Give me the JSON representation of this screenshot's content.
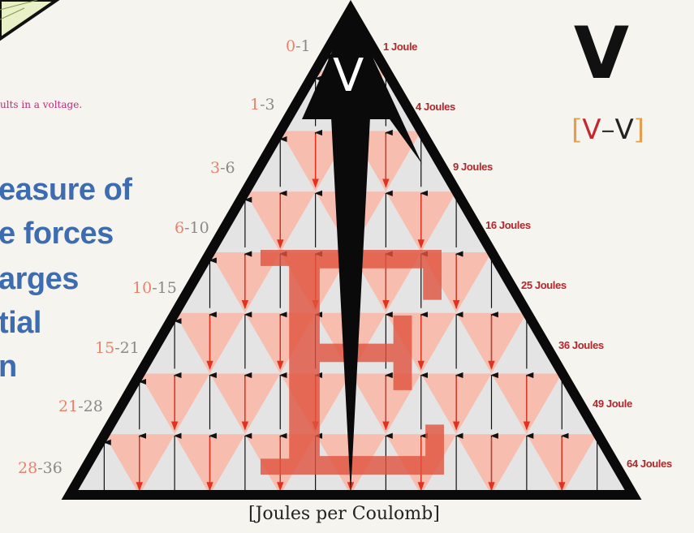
{
  "caption_fragment": "ults in a voltage.",
  "heading_lines": [
    "easure of",
    "e forces",
    "arges",
    "tial",
    "n"
  ],
  "apex_letter": "V",
  "big_letter": "E",
  "symbol": "V",
  "unit": {
    "open": "[",
    "v1": "V",
    "dash": "–",
    "v2": "V",
    "close": "]"
  },
  "ranges": [
    {
      "lo": "0",
      "sep": "-",
      "hi": "1"
    },
    {
      "lo": "1",
      "sep": "-",
      "hi": "3"
    },
    {
      "lo": "3",
      "sep": "-",
      "hi": "6"
    },
    {
      "lo": "6",
      "sep": "-",
      "hi": "10"
    },
    {
      "lo": "10",
      "sep": "-",
      "hi": "15"
    },
    {
      "lo": "15",
      "sep": "-",
      "hi": "21"
    },
    {
      "lo": "21",
      "sep": "-",
      "hi": "28"
    },
    {
      "lo": "28",
      "sep": "-",
      "hi": "36"
    }
  ],
  "joules": [
    "1 Joule",
    "4 Joules",
    "9 Joules",
    "16 Joules",
    "25 Joules",
    "36 Joules",
    "49 Joule",
    "64 Joules"
  ],
  "bottom_label": "[Joules per Coulomb]",
  "colors": {
    "triangle_fill": "#e4e4e4",
    "inverted_fill": "#f8b8a8",
    "outline": "#0a0a0a",
    "up_arrow": "#111111",
    "down_arrow": "#e0321e",
    "big_e": "#e0533e"
  }
}
